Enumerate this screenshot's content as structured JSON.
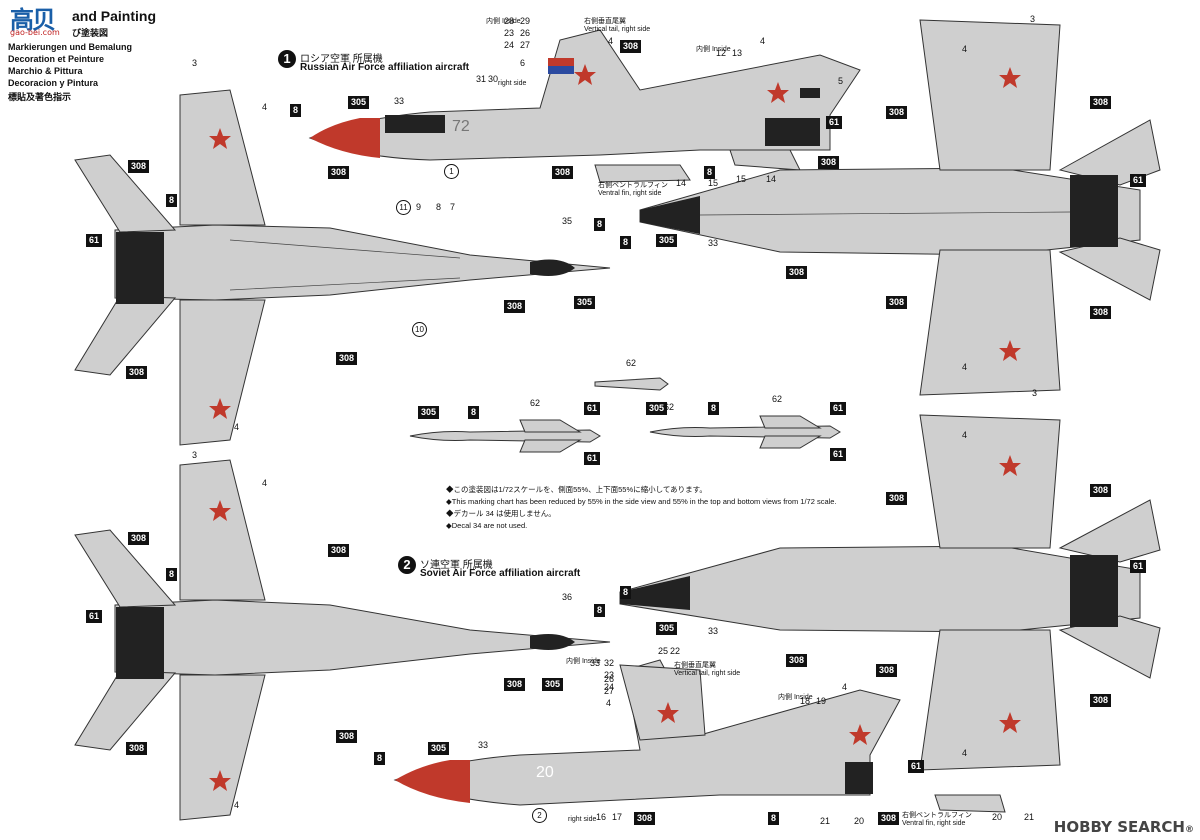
{
  "header": {
    "brand_big": "高贝",
    "brand_site": "gao-bei.com",
    "title_en": "and Painting",
    "title_jp": "び塗装図",
    "lines": [
      "Markierungen und Bemalung",
      "Decoration et Peinture",
      "Marchio & Pittura",
      "Decoracion y Pintura",
      "標貼及著色指示"
    ]
  },
  "sections": [
    {
      "badge": "1",
      "jp": "ロシア空軍 所属機",
      "en": "Russian Air Force affiliation aircraft"
    },
    {
      "badge": "2",
      "jp": "ソ連空軍 所属機",
      "en": "Soviet Air Force affiliation aircraft"
    }
  ],
  "labels": {
    "vertical_tail_jp": "右側垂直尾翼",
    "vertical_tail_en": "Vertical tail, right side",
    "ventral_fin_jp": "右側ベントラルフィン",
    "ventral_fin_en": "Ventral fin, right side",
    "inside": "内側 Inside",
    "right_side": "right side",
    "aircraft_num_1": "72",
    "aircraft_num_2": "20"
  },
  "notes": [
    "◆この塗装図は1/72スケールを、側面55%、上下面55%に縮小してあります。",
    "◆This marking chart has been reduced by 55% in the side view and 55% in the top and bottom views from 1/72 scale.",
    "◆デカール 34 は使用しません。",
    "◆Decal 34 are not used."
  ],
  "color_codes": [
    "8",
    "305",
    "33",
    "308",
    "61",
    "62"
  ],
  "decal_numbers": [
    "1",
    "2",
    "3",
    "4",
    "5",
    "6",
    "7",
    "8",
    "9",
    "10",
    "11",
    "12",
    "13",
    "14",
    "15",
    "16",
    "17",
    "18",
    "19",
    "20",
    "21",
    "22",
    "23",
    "24",
    "25",
    "26",
    "27",
    "28",
    "29",
    "30",
    "31",
    "32",
    "33",
    "35",
    "36"
  ],
  "watermark": {
    "brand": "HOBBY SEARCH",
    "reg": "®"
  }
}
